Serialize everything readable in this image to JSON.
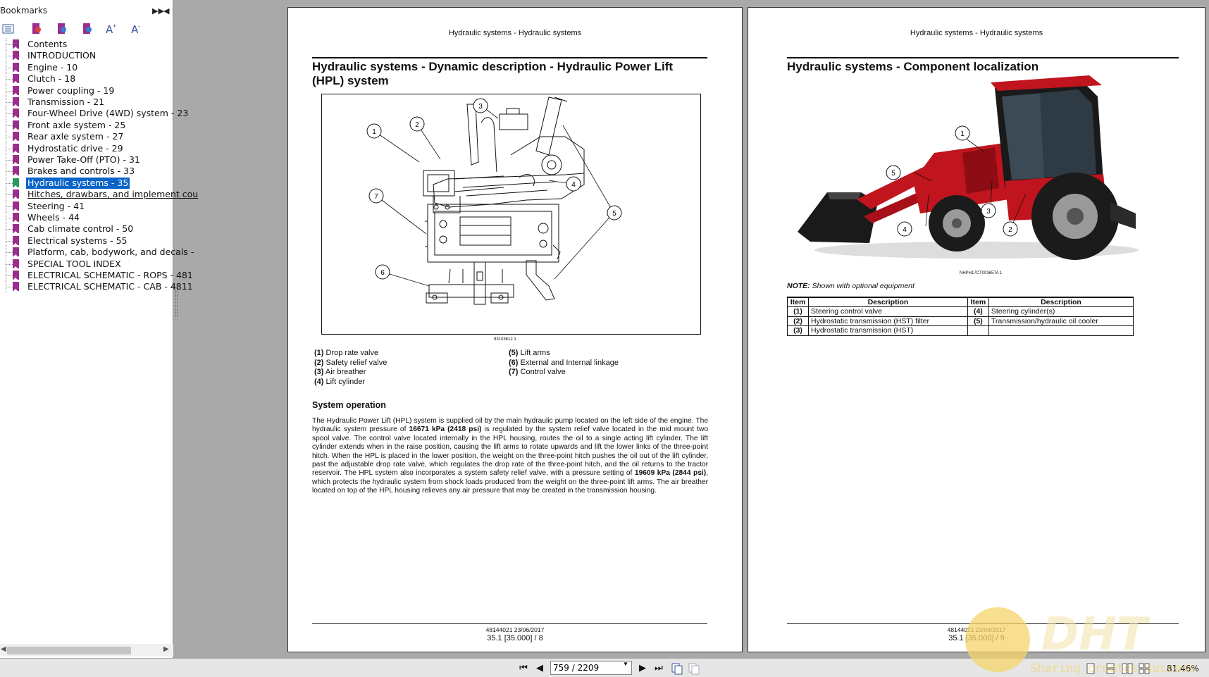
{
  "bookmarks": {
    "title": "Bookmarks",
    "items": [
      {
        "label": "Contents"
      },
      {
        "label": "INTRODUCTION"
      },
      {
        "label": "Engine - 10"
      },
      {
        "label": "Clutch - 18"
      },
      {
        "label": "Power coupling - 19"
      },
      {
        "label": "Transmission - 21"
      },
      {
        "label": "Four-Wheel Drive (4WD) system - 23"
      },
      {
        "label": "Front axle system - 25"
      },
      {
        "label": "Rear axle system - 27"
      },
      {
        "label": "Hydrostatic drive - 29"
      },
      {
        "label": "Power Take-Off (PTO) - 31"
      },
      {
        "label": "Brakes and controls - 33"
      },
      {
        "label": "Hydraulic systems - 35",
        "selected": true
      },
      {
        "label": "Hitches, drawbars, and implement cou",
        "underlined": true
      },
      {
        "label": "Steering - 41"
      },
      {
        "label": "Wheels - 44"
      },
      {
        "label": "Cab climate control - 50"
      },
      {
        "label": "Electrical systems - 55"
      },
      {
        "label": "Platform, cab, bodywork, and decals -"
      },
      {
        "label": "SPECIAL TOOL INDEX"
      },
      {
        "label": "ELECTRICAL SCHEMATIC - ROPS - 481"
      },
      {
        "label": "ELECTRICAL SCHEMATIC - CAB - 4811"
      }
    ]
  },
  "left_page": {
    "running_head": "Hydraulic systems - Hydraulic systems",
    "title": "Hydraulic systems - Dynamic description - Hydraulic Power Lift (HPL) system",
    "figure_code": "93103612    1",
    "callouts": [
      "1",
      "2",
      "3",
      "4",
      "5",
      "6",
      "7"
    ],
    "legend_left": [
      {
        "num": "(1)",
        "text": "Drop rate valve"
      },
      {
        "num": "(2)",
        "text": "Safety relief valve"
      },
      {
        "num": "(3)",
        "text": "Air breather"
      },
      {
        "num": "(4)",
        "text": "Lift cylinder"
      }
    ],
    "legend_right": [
      {
        "num": "(5)",
        "text": "Lift arms"
      },
      {
        "num": "(6)",
        "text": "External and Internal linkage"
      },
      {
        "num": "(7)",
        "text": "Control valve"
      }
    ],
    "subheading": "System operation",
    "body": [
      {
        "t": "The Hydraulic Power Lift (HPL) system is supplied oil by the main hydraulic pump located on the left side of the engine. The hydraulic system pressure of "
      },
      {
        "t": "16671 kPa (2418 psi)",
        "b": true
      },
      {
        "t": " is regulated by the system relief valve located in the mid mount two spool valve. The control valve located internally in the HPL housing, routes the oil to a single acting lift cylinder. The lift cylinder extends when in the raise position, causing the lift arms to rotate upwards and lift the lower links of the three-point hitch. When the HPL is placed in the lower position, the weight on the three-point hitch pushes the oil out of the lift cylinder, past the adjustable drop rate valve, which regulates the drop rate of the three-point hitch, and the oil returns to the tractor reservoir. The HPL system also incorporates a system safety relief valve, with a pressure setting of "
      },
      {
        "t": "19609 kPa (2844 psi)",
        "b": true
      },
      {
        "t": ", which protects the hydraulic system from shock loads produced from the weight on the three-point lift arms. The air breather located on top of the HPL housing relieves any air pressure that may be created in the transmission housing."
      }
    ],
    "footer_doc": "48144021 23/06/2017",
    "footer_page": "35.1 [35.000] / 8"
  },
  "right_page": {
    "running_head": "Hydraulic systems - Hydraulic systems",
    "title": "Hydraulic systems - Component localization",
    "figure_code": "NHPH17CT00365TA    1",
    "callouts": [
      "1",
      "2",
      "3",
      "4",
      "5"
    ],
    "note_label": "NOTE:",
    "note_text": " Shown with optional equipment",
    "table": {
      "headers": [
        "Item",
        "Description",
        "Item",
        "Description"
      ],
      "rows": [
        [
          "(1)",
          "Steering control valve",
          "(4)",
          "Steering cylinder(s)"
        ],
        [
          "(2)",
          "Hydrostatic transmission (HST) filter",
          "(5)",
          "Transmission/hydraulic oil cooler"
        ],
        [
          "(3)",
          "Hydrostatic transmission (HST)",
          "",
          ""
        ]
      ]
    },
    "footer_doc": "48144021 23/06/2017",
    "footer_page": "35.1 [35.000] / 9"
  },
  "status": {
    "page_field": "759 / 2209",
    "zoom": "81.46%"
  },
  "watermark": {
    "brand": "DHT",
    "tagline": "Sharing creates success"
  },
  "colors": {
    "bookmark_flag": "#9b2e8c",
    "selection": "#0a64c8",
    "tractor_red": "#c0141e"
  }
}
